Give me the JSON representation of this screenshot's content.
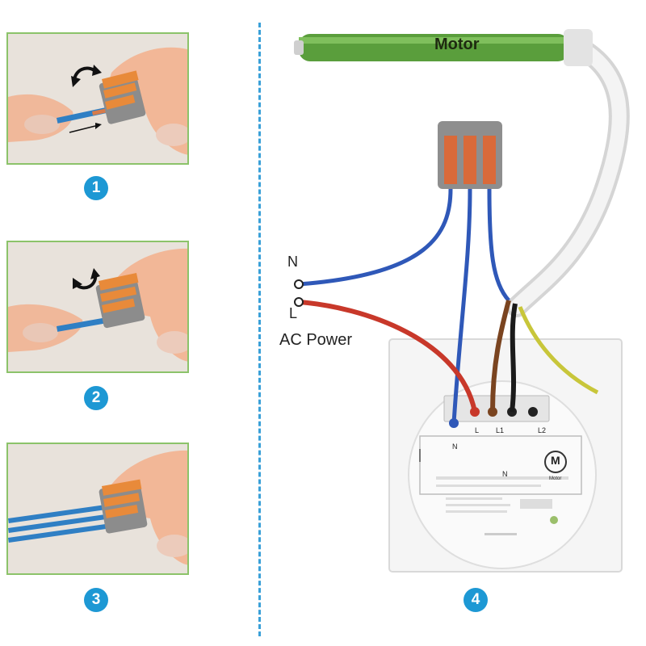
{
  "steps": [
    {
      "number": "1"
    },
    {
      "number": "2"
    },
    {
      "number": "3"
    },
    {
      "number": "4"
    }
  ],
  "diagram": {
    "motor_label": "Motor",
    "terminal_n": "N",
    "terminal_l": "L",
    "ac_power_label": "AC Power",
    "switch_terminals": [
      "N",
      "L",
      "L1",
      "L2"
    ],
    "switch_n_label": "N",
    "motor_symbol": "M",
    "motor_symbol_caption": "Motor"
  },
  "colors": {
    "step_badge": "#1d98d4",
    "panel_border": "#8cc36a",
    "divider": "#3aa0d8",
    "motor_body": "#5a9e3c",
    "wire_blue": "#2f58b8",
    "wire_red": "#c8382a",
    "wire_brown": "#7a4420",
    "wire_black": "#1b1b1b",
    "wire_yellow_green": "#c8c63a"
  }
}
